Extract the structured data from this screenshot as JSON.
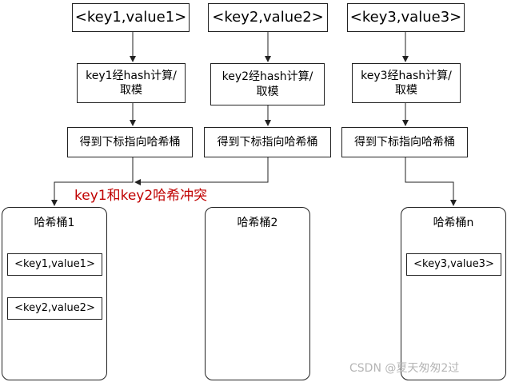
{
  "pairs": [
    {
      "label": "<key1,value1>"
    },
    {
      "label": "<key2,value2>"
    },
    {
      "label": "<key3,value3>"
    }
  ],
  "calc": [
    {
      "line1": "key1经hash计算/",
      "line2": "取模"
    },
    {
      "line1": "key2经hash计算/",
      "line2": "取模"
    },
    {
      "line1": "key3经hash计算/",
      "line2": "取模"
    }
  ],
  "index_boxes": [
    {
      "label": "得到下标指向哈希桶"
    },
    {
      "label": "得到下标指向哈希桶"
    },
    {
      "label": "得到下标指向哈希桶"
    }
  ],
  "collision_label": "key1和key2哈希冲突",
  "buckets": [
    {
      "title": "哈希桶1",
      "entries": [
        "<key1,value1>",
        "<key2,value2>"
      ]
    },
    {
      "title": "哈希桶2",
      "entries": []
    },
    {
      "title": "哈希桶n",
      "entries": [
        "<key3,value3>"
      ]
    }
  ],
  "watermark": "CSDN @夏天匆匆2过",
  "colors": {
    "collision": "#c00000",
    "stroke": "#222222",
    "watermark": "#b5b5b5"
  }
}
